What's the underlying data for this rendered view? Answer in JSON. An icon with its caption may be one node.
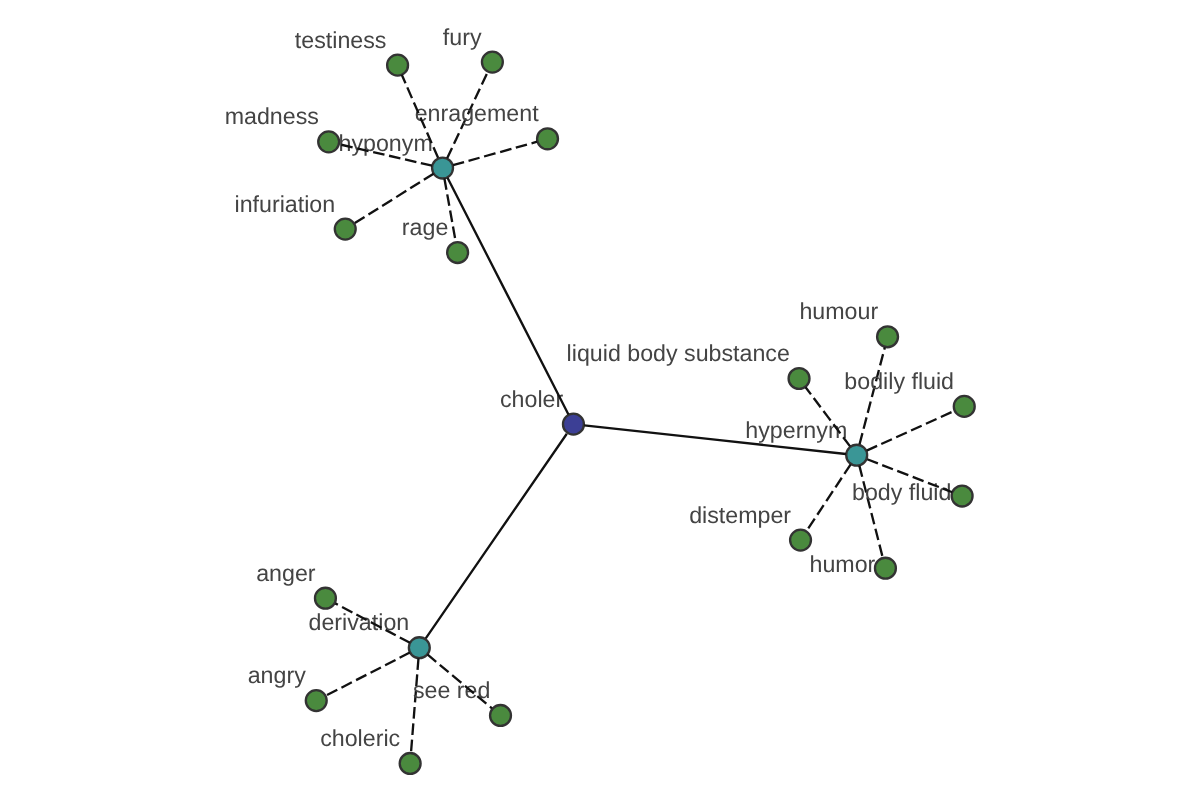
{
  "diagram": {
    "nodes": [
      {
        "text": [
          "choler"
        ]
      },
      {
        "text": [
          "hypernym"
        ]
      },
      {
        "text": [
          "humor"
        ]
      },
      {
        "text": [
          "humour"
        ]
      },
      {
        "text": [
          "bodily fluid"
        ]
      },
      {
        "text": [
          "liquid body substance"
        ]
      },
      {
        "text": [
          "distemper"
        ]
      },
      {
        "text": [
          "body fluid"
        ]
      },
      {
        "text": [
          "derivation"
        ]
      },
      {
        "text": [
          "choleric"
        ]
      },
      {
        "text": [
          "angry"
        ]
      },
      {
        "text": [
          "anger"
        ]
      },
      {
        "text": [
          "see red"
        ]
      },
      {
        "text": [
          "hyponym"
        ]
      },
      {
        "text": [
          "fury"
        ]
      },
      {
        "text": [
          "rage"
        ]
      },
      {
        "text": [
          "enragement"
        ]
      },
      {
        "text": [
          "testiness"
        ]
      },
      {
        "text": [
          "madness"
        ]
      },
      {
        "text": [
          "infuriation"
        ]
      }
    ],
    "edges": [
      {
        "from": 0,
        "to": 1,
        "arrow": "none"
      },
      {
        "from": 0,
        "to": 8,
        "arrow": "none"
      },
      {
        "from": 0,
        "to": 13,
        "arrow": "none"
      },
      {
        "from": 1,
        "to": 2,
        "arrow": "none",
        "style": "dashed"
      },
      {
        "from": 1,
        "to": 3,
        "arrow": "none",
        "style": "dashed"
      },
      {
        "from": 1,
        "to": 4,
        "arrow": "none",
        "style": "dashed"
      },
      {
        "from": 1,
        "to": 5,
        "arrow": "none",
        "style": "dashed"
      },
      {
        "from": 1,
        "to": 6,
        "arrow": "none",
        "style": "dashed"
      },
      {
        "from": 1,
        "to": 7,
        "arrow": "none",
        "style": "dashed"
      },
      {
        "from": 8,
        "to": 9,
        "arrow": "none",
        "style": "dashed"
      },
      {
        "from": 8,
        "to": 10,
        "arrow": "none",
        "style": "dashed"
      },
      {
        "from": 8,
        "to": 11,
        "arrow": "none",
        "style": "dashed"
      },
      {
        "from": 8,
        "to": 12,
        "arrow": "none",
        "style": "dashed"
      },
      {
        "from": 13,
        "to": 14,
        "arrow": "none",
        "style": "dashed"
      },
      {
        "from": 13,
        "to": 15,
        "arrow": "none",
        "style": "dashed"
      },
      {
        "from": 13,
        "to": 16,
        "arrow": "none",
        "style": "dashed"
      },
      {
        "from": 13,
        "to": 17,
        "arrow": "none",
        "style": "dashed"
      },
      {
        "from": 13,
        "to": 18,
        "arrow": "none",
        "style": "dashed"
      },
      {
        "from": 13,
        "to": 19,
        "arrow": "none",
        "style": "dashed"
      }
    ]
  }
}
